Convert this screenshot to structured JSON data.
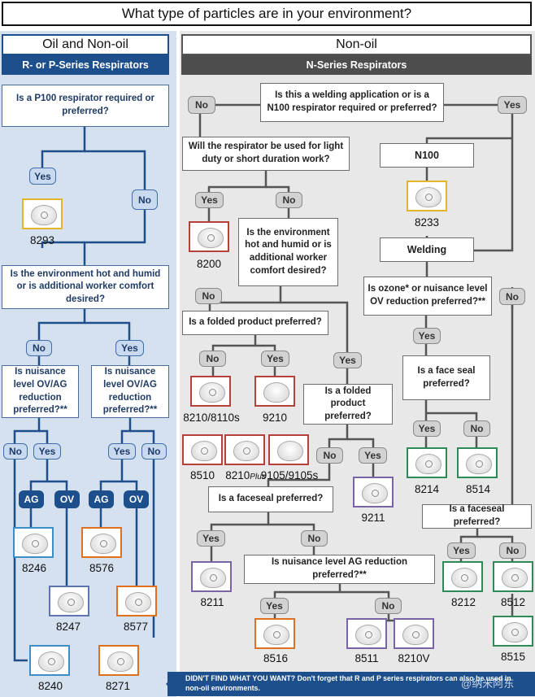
{
  "title": "What type of particles are in your environment?",
  "left": {
    "heading": "Oil and Non-oil",
    "band": "R- or P-Series Respirators",
    "q1": "Is a P100 respirator required or preferred?",
    "yes": "Yes",
    "no": "No",
    "q2": "Is the environment hot and humid or is additional worker comfort desired?",
    "q3": "Is nuisance level OV/AG reduction preferred?**",
    "q4": "Is nuisance level OV/AG reduction preferred?**",
    "ag": "AG",
    "ov": "OV",
    "products": {
      "p8293": "8293",
      "p8246": "8246",
      "p8576": "8576",
      "p8247": "8247",
      "p8577": "8577",
      "p8240": "8240",
      "p8271": "8271"
    }
  },
  "right": {
    "heading": "Non-oil",
    "band": "N-Series Respirators",
    "q_weld": "Is this a welding application or is a N100 respirator required or preferred?",
    "q_light": "Will the respirator be used for light duty or short duration work?",
    "n100": "N100",
    "q_hot": "Is the environment hot and humid or is additional worker comfort desired?",
    "welding": "Welding",
    "q_ozone": "Is ozone* or nuisance level OV reduction preferred?**",
    "q_folded1": "Is a folded product preferred?",
    "q_face_seal": "Is a face seal preferred?",
    "q_folded2": "Is a folded product preferred?",
    "q_faceseal1": "Is a faceseal preferred?",
    "q_faceseal2": "Is a faceseal preferred?",
    "q_ag": "Is nuisance level AG reduction preferred?**",
    "yes": "Yes",
    "no": "No",
    "products": {
      "p8233": "8233",
      "p8200": "8200",
      "p8210_8110s": "8210/8110s",
      "p9210": "9210",
      "p8510": "8510",
      "p8210plus": "8210",
      "p8210plus_suffix": "Plus",
      "p9105": "9105/9105s",
      "p9211": "9211",
      "p8214": "8214",
      "p8514": "8514",
      "p8211": "8211",
      "p8516": "8516",
      "p8511": "8511",
      "p8210v": "8210V",
      "p8212": "8212",
      "p8512": "8512",
      "p8515": "8515"
    }
  },
  "footer": "DIDN'T FIND WHAT YOU WANT? Don't forget that R and P series respirators can also be used in non-oil environments.",
  "watermark": "@纳米阿东",
  "colors": {
    "left_bg": "#d5e1ef",
    "right_bg": "#e8e8e8",
    "left_band": "#1d4f8c",
    "right_band": "#4d4d4d",
    "line_left": "#1f4f8a",
    "line_right": "#555555"
  }
}
